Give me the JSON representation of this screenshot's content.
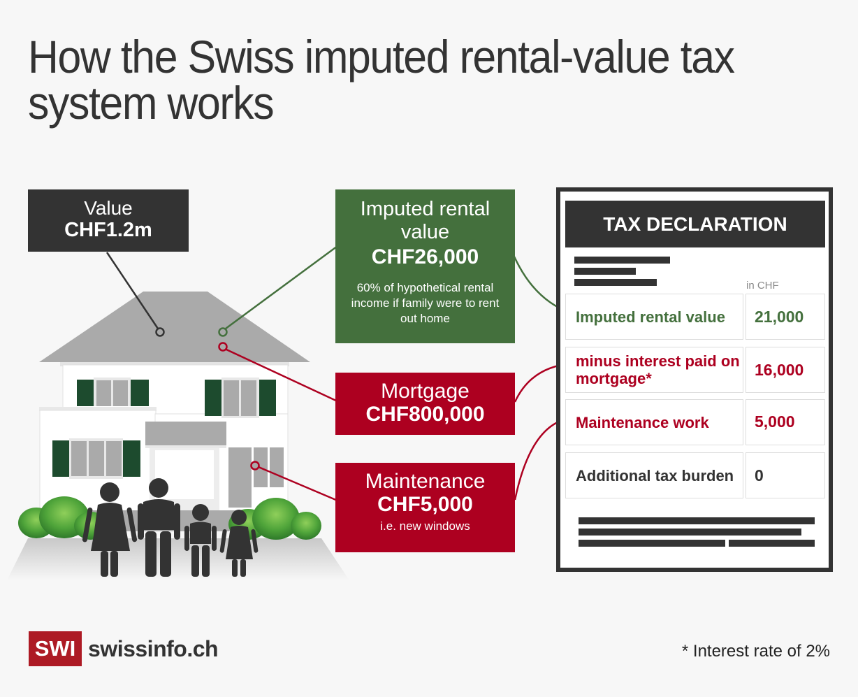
{
  "title": "How the Swiss imputed rental-value tax system works",
  "colors": {
    "background": "#f7f7f7",
    "dark": "#333333",
    "green": "#44703d",
    "red": "#ad0020",
    "roof_grey": "#aaaaaa",
    "shutter_green": "#1d4b2e"
  },
  "callouts": {
    "value": {
      "label": "Value",
      "amount": "CHF1.2m"
    },
    "imputed": {
      "label": "Imputed rental value",
      "amount": "CHF26,000",
      "note": "60% of hypothetical rental income if family were to rent out home"
    },
    "mortgage": {
      "label": "Mortgage",
      "amount": "CHF800,000"
    },
    "maintenance": {
      "label": "Maintenance",
      "amount": "CHF5,000",
      "note": "i.e. new windows"
    }
  },
  "tax_form": {
    "header": "TAX DECLARATION",
    "unit": "in CHF",
    "rows": [
      {
        "label": "Imputed rental value",
        "value": "21,000",
        "color": "green"
      },
      {
        "label": "minus interest paid on mortgage*",
        "value": "16,000",
        "color": "red"
      },
      {
        "label": "Maintenance work",
        "value": "5,000",
        "color": "red"
      },
      {
        "label": "Additional tax burden",
        "value": "0",
        "color": "dark"
      }
    ]
  },
  "illustration": {
    "icons": [
      "house-icon",
      "family-icon",
      "bush-icon"
    ]
  },
  "footer": {
    "logo_mark": "SWI",
    "logo_text": "swissinfo.ch",
    "footnote": "* Interest rate of 2%"
  }
}
